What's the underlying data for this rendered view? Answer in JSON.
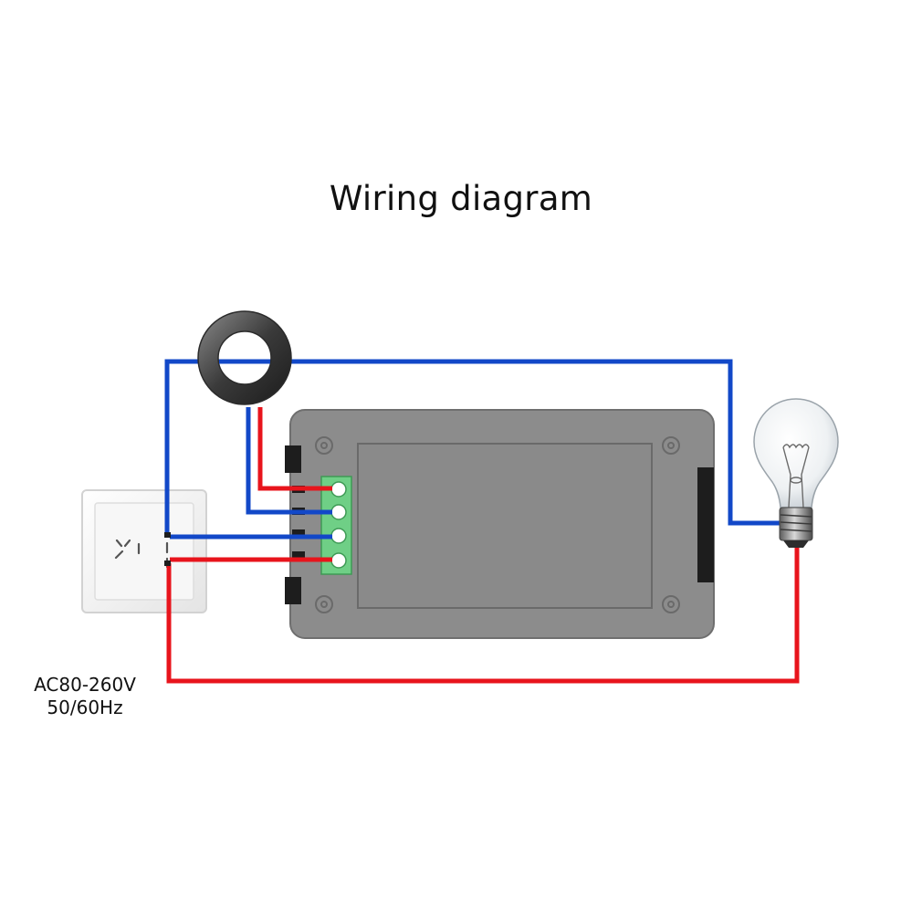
{
  "diagram": {
    "title": "Wiring diagram",
    "supply": {
      "voltage": "AC80-260V",
      "frequency": "50/60Hz"
    }
  },
  "colors": {
    "neutral_wire": "#1248c8",
    "live_wire": "#e8141c",
    "meter_body": "#8c8c8c",
    "terminal_block": "#6fcf86",
    "background": "#ffffff"
  },
  "icons": [
    "current-transformer-icon",
    "wall-socket-icon",
    "light-bulb-icon",
    "power-meter-icon"
  ]
}
